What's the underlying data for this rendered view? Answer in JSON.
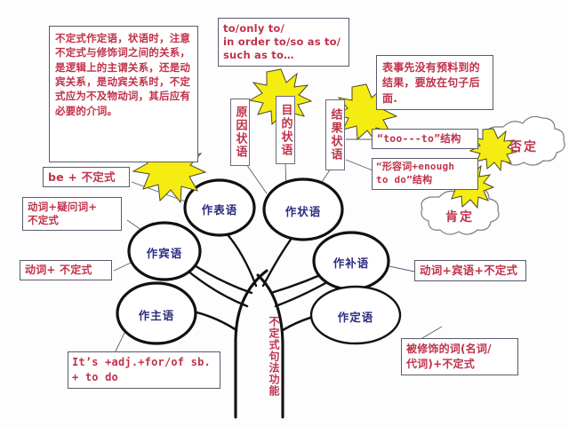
{
  "diagram": {
    "title": "不定式句法功能",
    "type": "mind-map-tree",
    "trunk_label": "不定式句法功能",
    "colors": {
      "text_red": "#c0324a",
      "node_blue": "#2b2b80",
      "box_border": "#5a5a6e",
      "star_fill": "#f5ec12",
      "star_stroke": "#4a4a2a",
      "branch_stroke": "#111111",
      "background": "#fdfdfd"
    },
    "notes": [
      {
        "id": "note-modifier-relation",
        "text": "不定式作定语，状语时，注意不定式与修饰词之间的关系，是逻辑上的主谓关系，还是动宾关系，是动宾关系时，不定式应为不及物动词，其后应有必要的介词。"
      },
      {
        "id": "note-purpose-markers",
        "text": "to/only to/\nin order to/so as to/\nsuch as to…"
      },
      {
        "id": "note-result-position",
        "text": "表事先没有预料到的结果，要放在句子后面."
      }
    ],
    "adverbial_types": [
      {
        "id": "adv-cause",
        "label": "原因状语"
      },
      {
        "id": "adv-purpose",
        "label": "目的状语"
      },
      {
        "id": "adv-result",
        "label": "结果状语"
      }
    ],
    "nodes": [
      {
        "id": "node-predicative",
        "label": "作表语"
      },
      {
        "id": "node-adverbial",
        "label": "作状语"
      },
      {
        "id": "node-object",
        "label": "作宾语"
      },
      {
        "id": "node-complement",
        "label": "作补语"
      },
      {
        "id": "node-subject",
        "label": "作主语"
      },
      {
        "id": "node-attributive",
        "label": "作定语"
      }
    ],
    "structures": [
      {
        "id": "struct-be-inf",
        "text": "be +  不定式"
      },
      {
        "id": "struct-verb-wh-inf",
        "text": "动词+疑问词+\n不定式"
      },
      {
        "id": "struct-verb-inf",
        "text": "动词+  不定式"
      },
      {
        "id": "struct-too-to",
        "text": "“too---to”结构"
      },
      {
        "id": "struct-adj-enough",
        "text": "“形容词+enough\nto do”结构"
      },
      {
        "id": "struct-verb-obj-inf",
        "text": "动词+宾语+不定式"
      },
      {
        "id": "struct-its-adj",
        "text": "It’s +adj.+for/of sb.\n+ to do"
      },
      {
        "id": "struct-modified-word",
        "text": "被修饰的词(名词/\n代词)+不定式"
      }
    ],
    "clouds": [
      {
        "id": "cloud-negative",
        "label": "否定"
      },
      {
        "id": "cloud-affirmative",
        "label": "肯定"
      }
    ],
    "starbursts": [
      {
        "id": "star-left"
      },
      {
        "id": "star-purpose"
      },
      {
        "id": "star-result"
      },
      {
        "id": "star-negative"
      },
      {
        "id": "star-affirmative"
      }
    ]
  }
}
